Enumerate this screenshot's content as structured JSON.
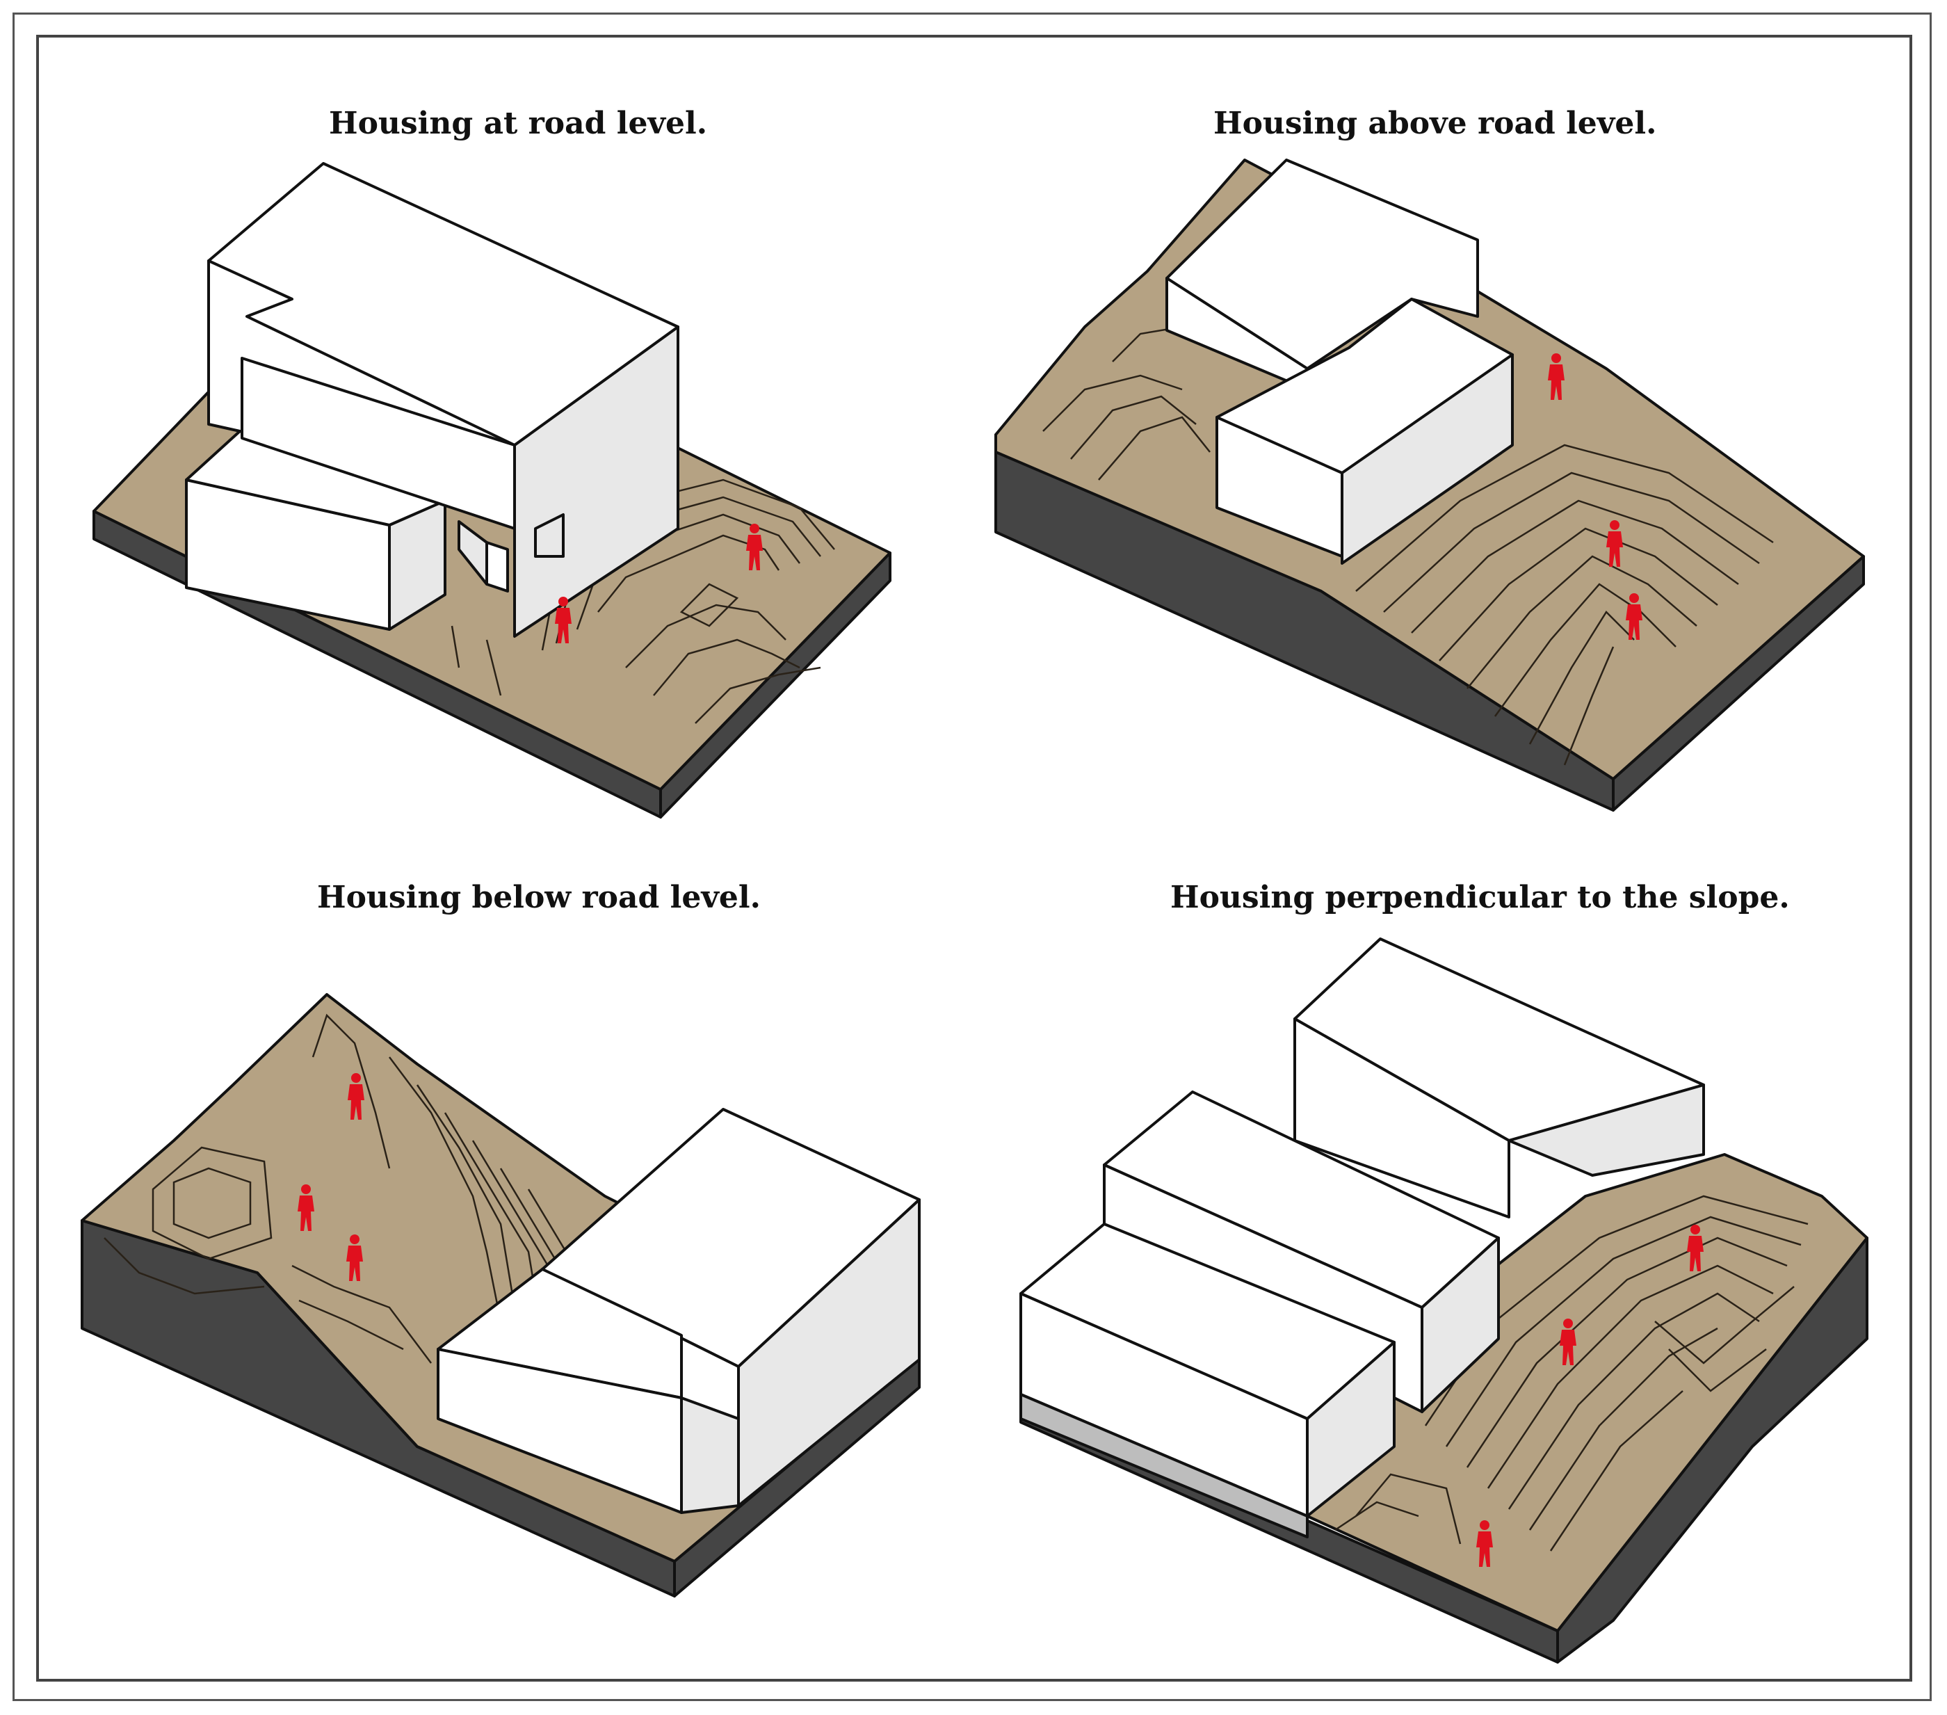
{
  "panels": [
    {
      "id": "road-level",
      "title": "Housing at road level."
    },
    {
      "id": "above-road",
      "title": "Housing above road level."
    },
    {
      "id": "below-road",
      "title": "Housing below road level."
    },
    {
      "id": "perpendicular",
      "title": "Housing perpendicular to the slope."
    }
  ],
  "colors": {
    "terrain": "#b5a283",
    "base_side": "#454545",
    "building": "#ffffff",
    "building_shade": "#e8e8e8",
    "figure": "#e0101e",
    "outline": "#111111"
  },
  "icons": [
    "person-figure-icon"
  ]
}
